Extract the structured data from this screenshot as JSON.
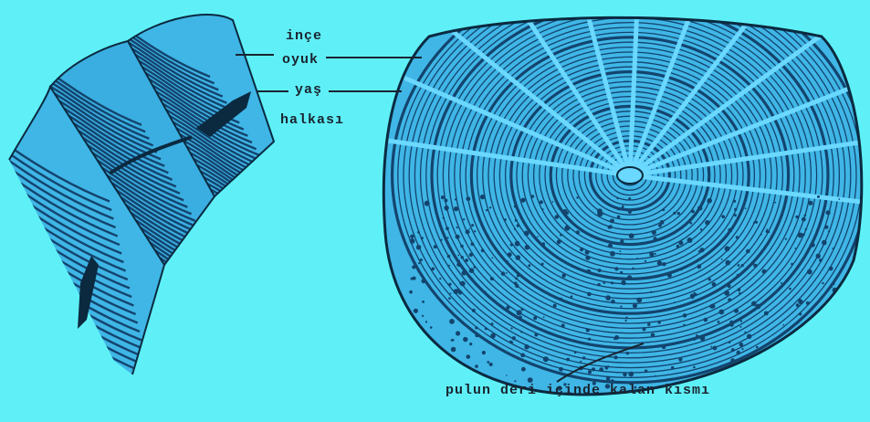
{
  "colors": {
    "background": "#5ff0f7",
    "ink": "#1a2430",
    "scale_fill": "#3fb6e6",
    "scale_dark": "#13446e",
    "scale_light": "#6ad8ff"
  },
  "labels": {
    "ince": "inçe",
    "oyuk": "oyuk",
    "yas": "yaş",
    "halkasi": "halkası",
    "pulun": "pulun deri içinde kalan kısmı"
  }
}
